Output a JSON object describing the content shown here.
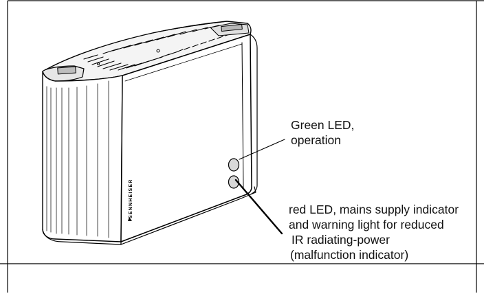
{
  "brand": "SENNHEISER",
  "callouts": {
    "green_led": {
      "lines": [
        "Green LED,",
        "operation"
      ]
    },
    "red_led": {
      "lines": [
        "red LED, mains supply indicator",
        "and warning light for reduced",
        "IR radiating-power",
        "(malfunction indicator)"
      ]
    }
  },
  "colors": {
    "line": "#000000",
    "body_fill": "#ffffff",
    "shade": "#e8e8e8",
    "led_fill": "#d9d9d9"
  }
}
